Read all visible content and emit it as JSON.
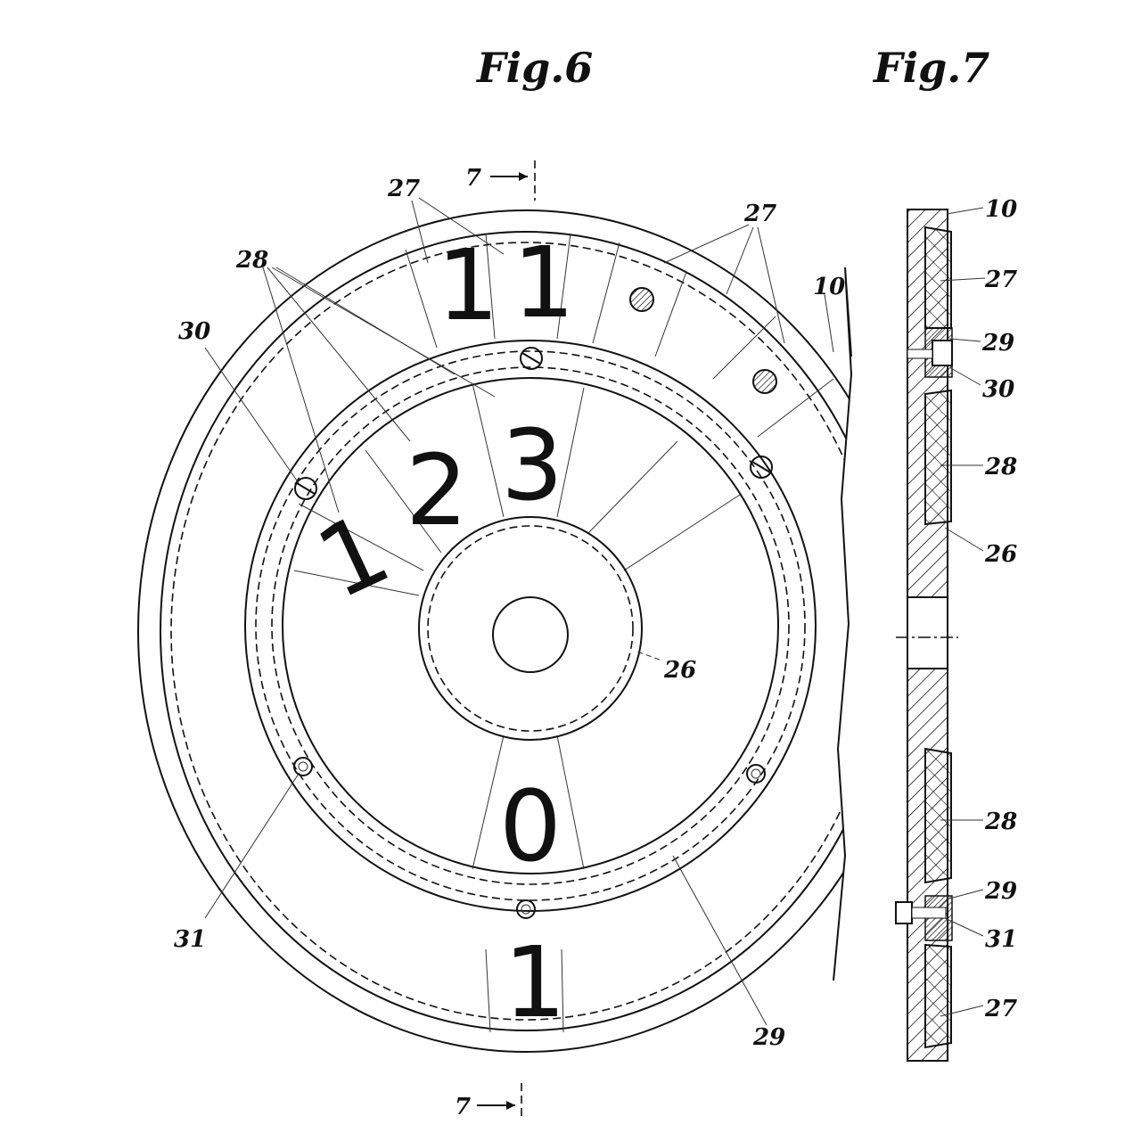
{
  "figures": {
    "fig6_title": "Fig.6",
    "fig7_title": "Fig.7"
  },
  "fig6": {
    "section_top": "7",
    "section_bottom": "7",
    "labels": {
      "l27a": "27",
      "l27b": "27",
      "l28": "28",
      "l30": "30",
      "l10": "10",
      "l26": "26",
      "l31": "31",
      "l29": "29"
    },
    "digits": {
      "outer_top_a": "1",
      "outer_top_b": "1",
      "inner_1": "1",
      "inner_2": "2",
      "inner_3": "3",
      "inner_0": "0",
      "outer_bottom": "1"
    }
  },
  "fig7": {
    "labels": [
      "10",
      "27",
      "29",
      "30",
      "28",
      "26",
      "28",
      "29",
      "31",
      "27"
    ]
  }
}
